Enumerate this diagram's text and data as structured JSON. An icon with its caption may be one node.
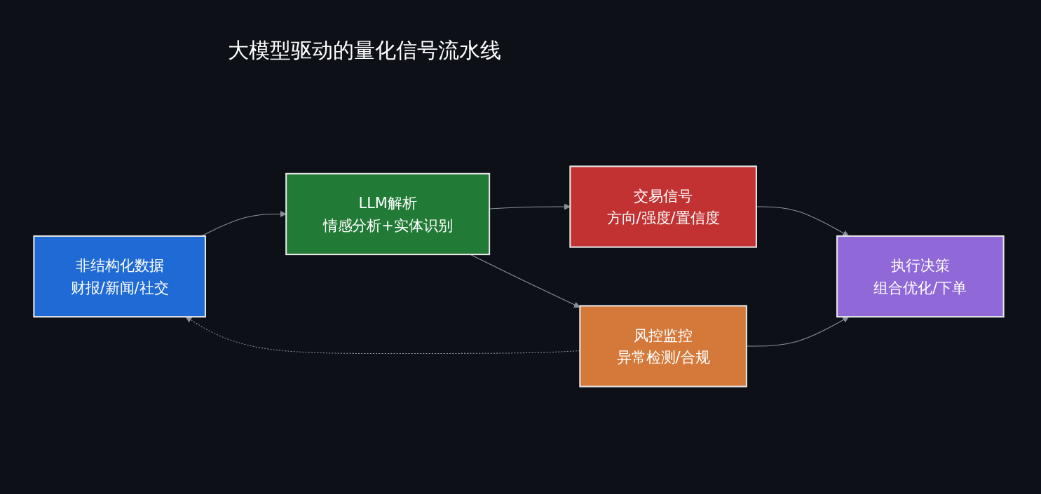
{
  "diagram": {
    "title": "大模型驱动的量化信号流水线",
    "nodes": [
      {
        "text": [
          "非结构化数据",
          "财报/新闻/社交"
        ]
      },
      {
        "text": [
          "LLM解析",
          "情感分析+实体识别"
        ]
      },
      {
        "text": [
          "交易信号",
          "方向/强度/置信度"
        ]
      },
      {
        "text": [
          "风控监控",
          "异常检测/合规"
        ]
      },
      {
        "text": [
          "执行决策",
          "组合优化/下单"
        ]
      }
    ],
    "edges": [
      {
        "from": 0,
        "to": 1,
        "arrow": "to"
      },
      {
        "from": 1,
        "to": 2,
        "arrow": "to"
      },
      {
        "from": 1,
        "to": 3,
        "arrow": "to"
      },
      {
        "from": 2,
        "to": 4,
        "arrow": "to"
      },
      {
        "from": 3,
        "to": 4,
        "arrow": "to"
      },
      {
        "from": 3,
        "to": 0,
        "arrow": "to",
        "style": "dashed"
      }
    ]
  }
}
